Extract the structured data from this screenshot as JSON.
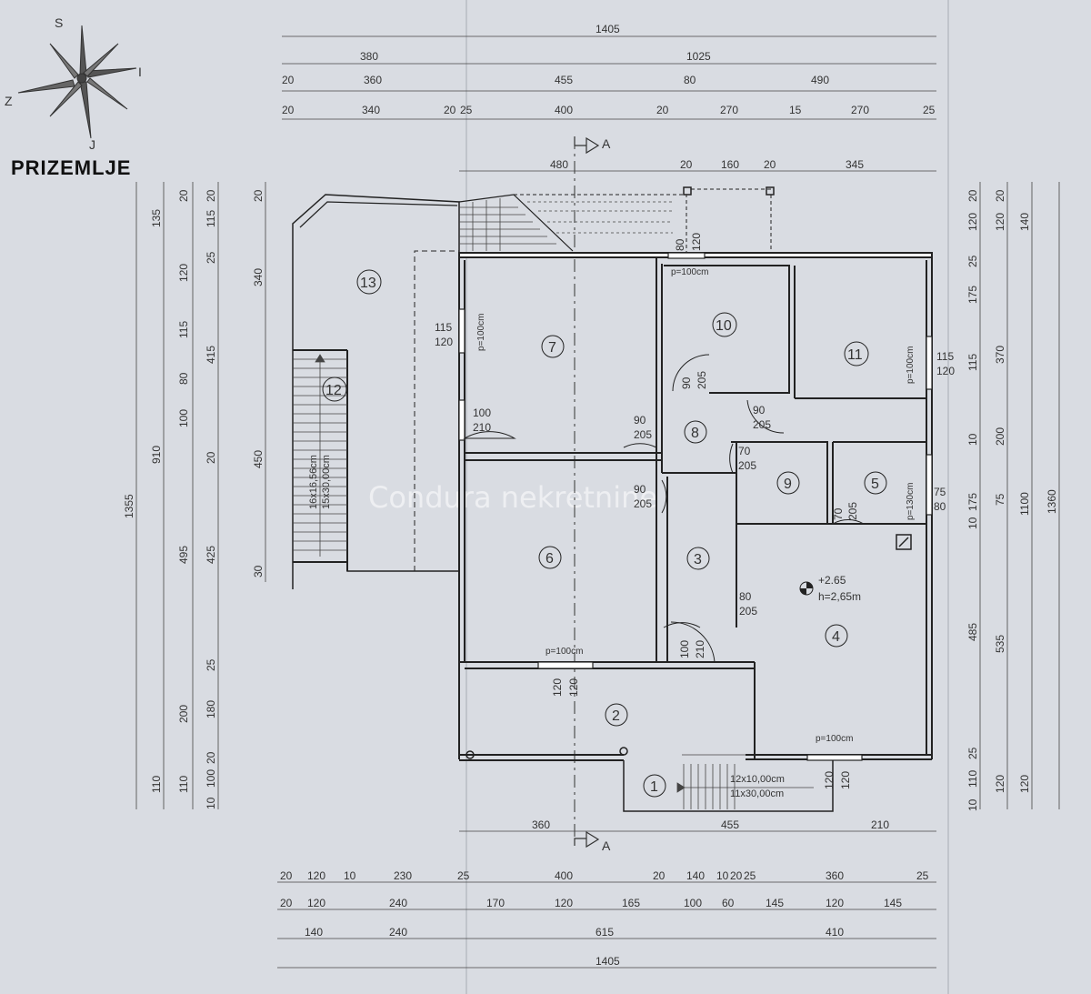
{
  "title": "PRIZEMLJE",
  "watermark": "Condura nekretnine",
  "compass": {
    "s": "S",
    "i": "I",
    "z": "Z",
    "j": "J"
  },
  "section_marker": "A",
  "rooms": [
    "1",
    "2",
    "3",
    "4",
    "5",
    "6",
    "7",
    "8",
    "9",
    "10",
    "11",
    "12",
    "13"
  ],
  "level": {
    "mark": "+2.65",
    "height": "h=2,65m"
  },
  "stairs": {
    "front": [
      "12x10,00cm",
      "11x30,00cm"
    ],
    "side": [
      "16x16,56cm",
      "15x30,00cm"
    ]
  },
  "windows": {
    "top": "p=100cm",
    "right_11": "p=100cm",
    "room5": "p=130cm",
    "room7": "p=100cm",
    "mid": "p=100cm",
    "bottom": "p=100cm"
  },
  "top_dims": {
    "row1": [
      "1405"
    ],
    "row2": [
      "380",
      "1025"
    ],
    "row3": [
      "20",
      "360",
      "455",
      "80",
      "490"
    ],
    "row4": [
      "20",
      "340",
      "20",
      "25",
      "400",
      "20",
      "270",
      "15",
      "270",
      "25"
    ],
    "row5": [
      "480",
      "20",
      "160",
      "20",
      "345"
    ]
  },
  "bottom_dims": {
    "row0": [
      "360",
      "455",
      "210"
    ],
    "row1": [
      "20",
      "120",
      "10",
      "230",
      "25",
      "400",
      "20",
      "140",
      "10",
      "20",
      "25",
      "360",
      "25"
    ],
    "row2": [
      "20",
      "120",
      "240",
      "170",
      "120",
      "165",
      "100",
      "60",
      "145",
      "120",
      "145"
    ],
    "row3": [
      "140",
      "240",
      "615",
      "410"
    ],
    "row4": [
      "1405"
    ]
  },
  "left_dims": {
    "col1": [
      "1355"
    ],
    "col2": [
      "135",
      "910",
      "110"
    ],
    "col3": [
      "20",
      "120",
      "115",
      "80",
      "100",
      "495",
      "200",
      "110"
    ],
    "col4": [
      "20",
      "115",
      "25",
      "415",
      "20",
      "425",
      "25",
      "180",
      "20",
      "100",
      "10"
    ],
    "col5": [
      "20",
      "340",
      "450",
      "30"
    ]
  },
  "right_dims": {
    "col1": [
      "20",
      "120",
      "25",
      "175",
      "115",
      "10",
      "175",
      "10",
      "485",
      "25",
      "110",
      "10"
    ],
    "col2": [
      "20",
      "120",
      "370",
      "200",
      "75",
      "535",
      "120"
    ],
    "col3": [
      "140",
      "1100",
      "120"
    ],
    "col4": [
      "1360"
    ]
  },
  "doors": {
    "d7": [
      "100",
      "210"
    ],
    "d8a": [
      "90",
      "205"
    ],
    "d8b": [
      "90",
      "205"
    ],
    "d10": [
      "90",
      "205"
    ],
    "d9": [
      "70",
      "205"
    ],
    "d6": [
      "90",
      "205"
    ],
    "d5": [
      "70",
      "205"
    ],
    "d3": [
      "80",
      "205"
    ],
    "d2": [
      "100",
      "210"
    ],
    "w7": [
      "115",
      "120"
    ],
    "w11": [
      "115",
      "120"
    ],
    "w5": [
      "75",
      "80"
    ],
    "wtop": [
      "80",
      "120"
    ],
    "wmid": [
      "120",
      "120"
    ],
    "wbot": [
      "120",
      "120"
    ]
  }
}
